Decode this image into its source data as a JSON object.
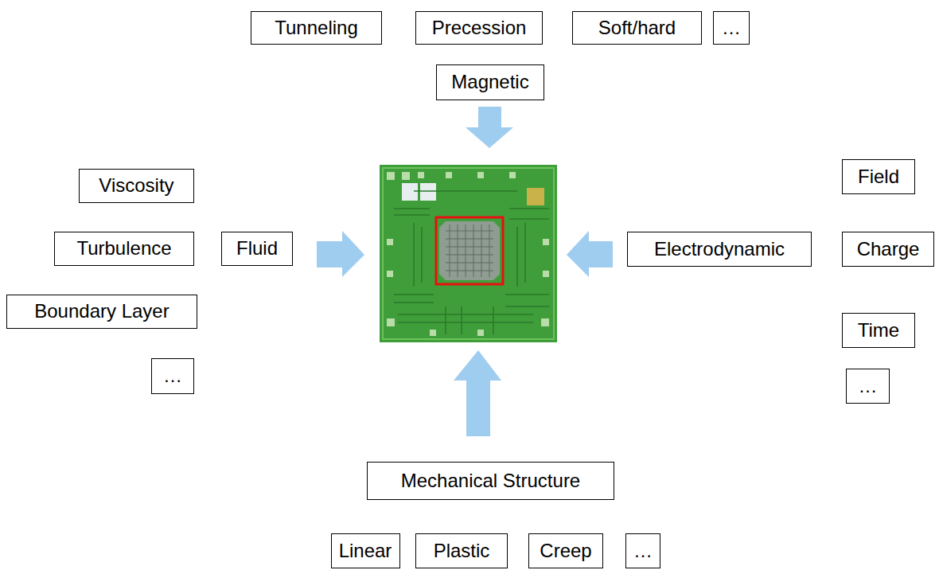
{
  "diagram": {
    "nodes": [
      {
        "text": [
          "Tunneling"
        ]
      },
      {
        "text": [
          "Precession"
        ]
      },
      {
        "text": [
          "Soft/hard"
        ]
      },
      {
        "text": [
          "…"
        ]
      },
      {
        "text": [
          "Magnetic"
        ]
      },
      {
        "text": [
          "Viscosity"
        ]
      },
      {
        "text": [
          "Field"
        ]
      },
      {
        "text": [
          "Turbulence"
        ]
      },
      {
        "text": [
          "Fluid"
        ]
      },
      {
        "text": [
          "Electrodynamic"
        ]
      },
      {
        "text": [
          "Charge"
        ]
      },
      {
        "text": [
          "Boundary Layer"
        ]
      },
      {
        "text": [
          "Time"
        ]
      },
      {
        "text": [
          "…"
        ]
      },
      {
        "text": [
          "…"
        ]
      },
      {
        "text": [
          "Mechanical Structure"
        ]
      },
      {
        "text": [
          "Linear"
        ]
      },
      {
        "text": [
          "Plastic"
        ]
      },
      {
        "text": [
          "Creep"
        ]
      },
      {
        "text": [
          "…"
        ]
      }
    ]
  }
}
